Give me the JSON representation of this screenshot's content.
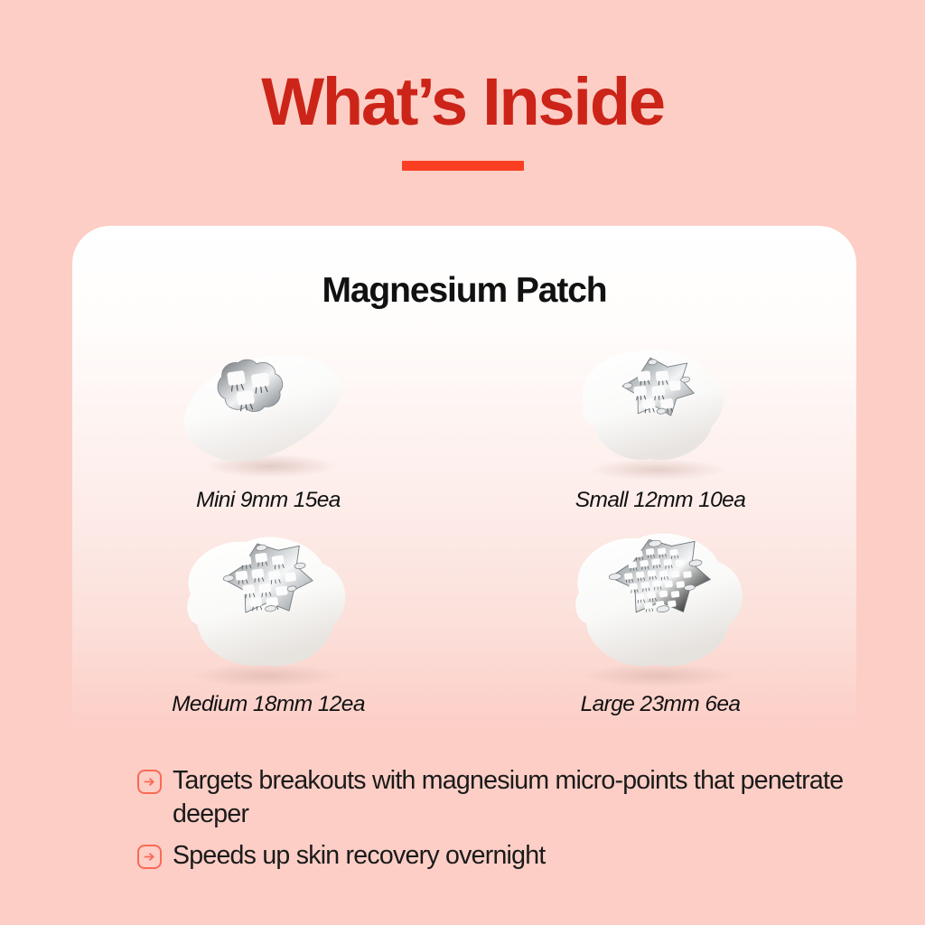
{
  "header": {
    "title": "What’s Inside",
    "accent_color": "#cc2418",
    "rule_color": "#f93e22"
  },
  "card": {
    "product_title": "Magnesium Patch",
    "background_top": "#ffffff",
    "background_bottom": "#fccec6"
  },
  "patches": [
    {
      "label": "Mini 9mm 15ea",
      "size_name": "Mini",
      "diameter": "9mm",
      "count": "15ea",
      "cells": 3
    },
    {
      "label": "Small 12mm 10ea",
      "size_name": "Small",
      "diameter": "12mm",
      "count": "10ea",
      "cells": 7
    },
    {
      "label": "Medium 18mm 12ea",
      "size_name": "Medium",
      "diameter": "18mm",
      "count": "12ea",
      "cells": 12
    },
    {
      "label": "Large 23mm 6ea",
      "size_name": "Large",
      "diameter": "23mm",
      "count": "6ea",
      "cells": 30
    }
  ],
  "benefits": [
    {
      "icon": "arrow-right-icon",
      "text": "Targets breakouts with magnesium micro-points that penetrate deeper"
    },
    {
      "icon": "arrow-right-icon",
      "text": "Speeds up skin recovery overnight"
    }
  ],
  "colors": {
    "page_background": "#fccec6",
    "bullet_icon": "#fa6a55",
    "body_text": "#1a1a1a"
  }
}
